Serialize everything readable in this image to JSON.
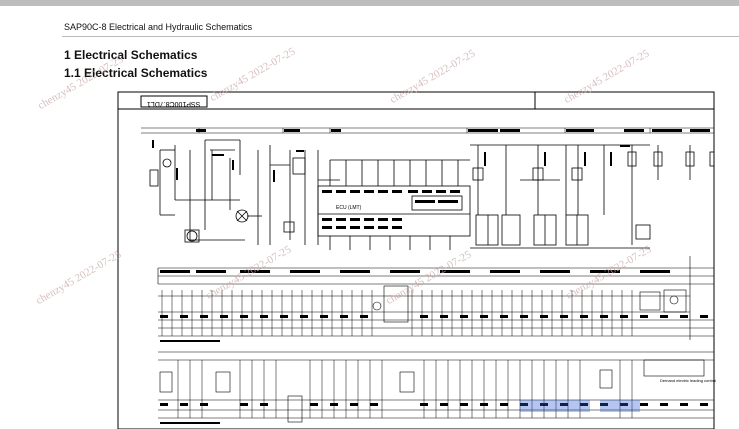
{
  "document": {
    "header_title": "SAP90C-8 Electrical and Hydraulic Schematics",
    "section_heading": "1 Electrical Schematics",
    "subsection_heading": "1.1 Electrical Schematics"
  },
  "schematic": {
    "drawing_code": "SSP100C8.7DL1",
    "ecu_label": "ECU (LMT)",
    "note_text": "Demand electric leading control"
  },
  "watermark": {
    "text": "chenzy45 2022-07-25"
  },
  "colors": {
    "header_bar": "#bdbdbd",
    "line": "#000000",
    "watermark": "#c9a9a9",
    "selection_blue": "#2c5fd6"
  }
}
